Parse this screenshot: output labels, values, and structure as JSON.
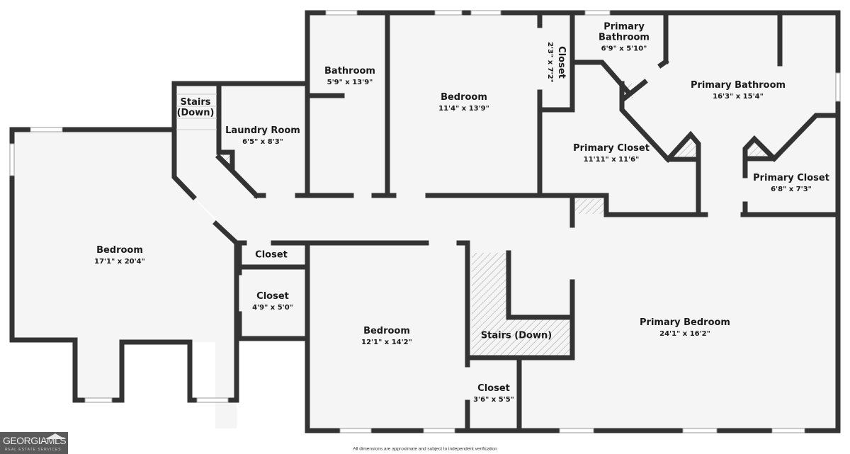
{
  "floorplan": {
    "rooms": [
      {
        "id": "bedroom-west",
        "name": "Bedroom",
        "dimensions": "17'1\" x 20'4\""
      },
      {
        "id": "stairs-north",
        "name": "Stairs\n(Down)",
        "name_line1": "Stairs",
        "name_line2": "(Down)",
        "dimensions": ""
      },
      {
        "id": "laundry-room",
        "name": "Laundry Room",
        "dimensions": "6'5\" x 8'3\""
      },
      {
        "id": "bathroom",
        "name": "Bathroom",
        "dimensions": "5'9\" x 13'9\""
      },
      {
        "id": "bedroom-north",
        "name": "Bedroom",
        "dimensions": "11'4\" x 13'9\""
      },
      {
        "id": "closet-north",
        "name": "Closet",
        "dimensions": "2'3\" x 7'2\""
      },
      {
        "id": "primary-bathroom-small",
        "name_line1": "Primary",
        "name_line2": "Bathroom",
        "dimensions": "6'9\" x 5'10\""
      },
      {
        "id": "primary-bathroom",
        "name": "Primary Bathroom",
        "dimensions": "16'3\" x 15'4\""
      },
      {
        "id": "primary-closet-large",
        "name": "Primary Closet",
        "dimensions": "11'11\" x 11'6\""
      },
      {
        "id": "primary-closet-small",
        "name": "Primary Closet",
        "dimensions": "6'8\" x 7'3\""
      },
      {
        "id": "closet-hall",
        "name": "Closet",
        "dimensions": ""
      },
      {
        "id": "closet-west",
        "name": "Closet",
        "dimensions": "4'9\" x 5'0\""
      },
      {
        "id": "bedroom-south",
        "name": "Bedroom",
        "dimensions": "12'1\" x 14'2\""
      },
      {
        "id": "stairs-south",
        "name": "Stairs (Down)",
        "dimensions": ""
      },
      {
        "id": "closet-south",
        "name": "Closet",
        "dimensions": "3'6\" x 5'5\""
      },
      {
        "id": "primary-bedroom",
        "name": "Primary Bedroom",
        "dimensions": "24'1\" x 16'2\""
      }
    ],
    "disclaimer": "All dimensions are approximate and subject to independent verification",
    "colors": {
      "wall": "#333333",
      "floor": "#f5f5f5",
      "background": "#ffffff",
      "hatch": "#999999"
    }
  },
  "logo": {
    "brand_main": "GEORGIA",
    "brand_accent": "MLS",
    "tagline": "REAL ESTATE SERVICES",
    "background": "#5a5a5a"
  }
}
